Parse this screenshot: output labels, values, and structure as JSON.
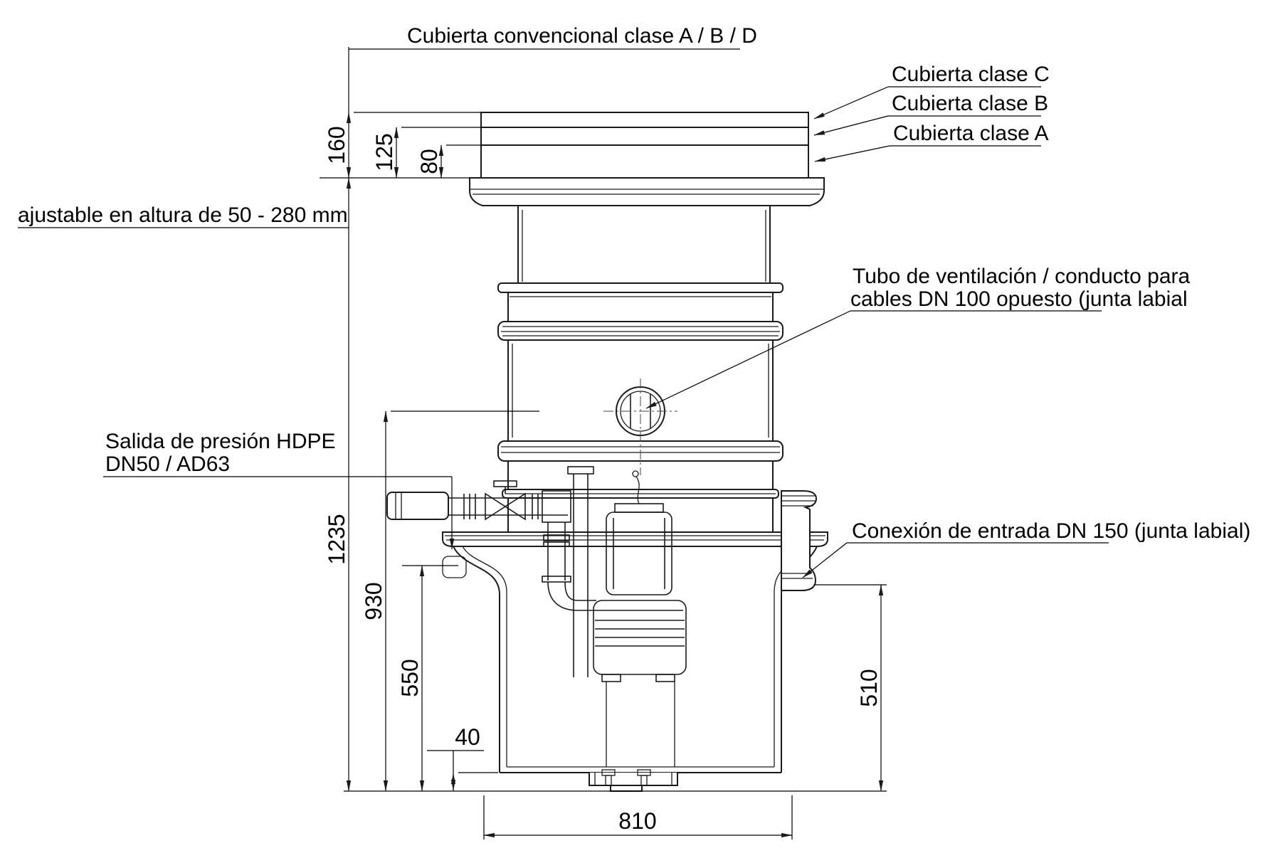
{
  "drawing": {
    "labels": {
      "cover_conventional": "Cubierta convencional clase A / B / D",
      "cover_class_c": "Cubierta clase C",
      "cover_class_b": "Cubierta clase B",
      "cover_class_a": "Cubierta clase A",
      "height_adjustable": "ajustable en altura de 50 - 280 mm",
      "vent_line1": "Tubo de ventilación / conducto para",
      "vent_line2": "cables DN 100 opuesto (junta labial",
      "pressure_outlet_line1": "Salida de presión HDPE",
      "pressure_outlet_line2": "DN50 / AD63",
      "inlet_connection": "Conexión de entrada DN 150 (junta labial)"
    },
    "dimensions": {
      "cover_total_height": "160",
      "cover_class_b_height": "125",
      "cover_class_a_height": "80",
      "total_height": "1235",
      "vent_center_height": "930",
      "outlet_height": "550",
      "sump_offset": "40",
      "inlet_height": "510",
      "base_width": "810"
    },
    "colors": {
      "line": "#1a1a1a",
      "background": "#ffffff"
    }
  }
}
